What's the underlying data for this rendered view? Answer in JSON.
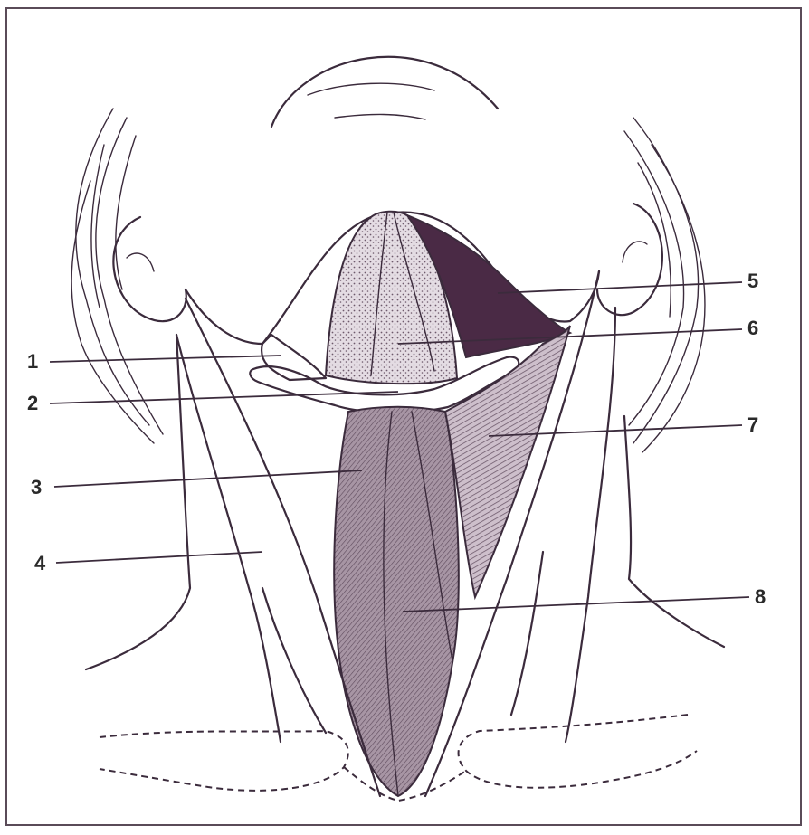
{
  "figure": {
    "labels": [
      {
        "id": "1",
        "text": "1"
      },
      {
        "id": "2",
        "text": "2"
      },
      {
        "id": "3",
        "text": "3"
      },
      {
        "id": "4",
        "text": "4"
      },
      {
        "id": "5",
        "text": "5"
      },
      {
        "id": "6",
        "text": "6"
      },
      {
        "id": "7",
        "text": "7"
      },
      {
        "id": "8",
        "text": "8"
      }
    ],
    "colors": {
      "ink": "#3b2b3c",
      "stipple": "#b8aab6",
      "dark": "#4a2a45",
      "shaded": "#9a8698",
      "hatch": "#a48fa0"
    }
  }
}
